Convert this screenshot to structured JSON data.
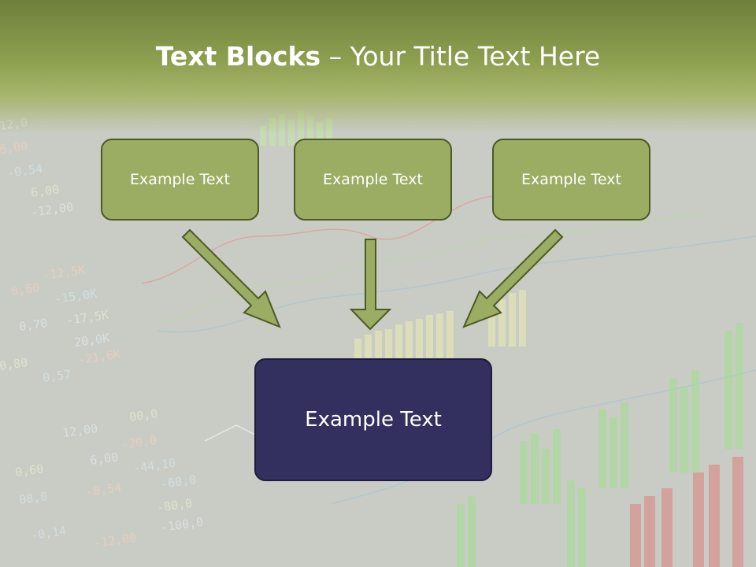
{
  "title": {
    "bold": "Text Blocks",
    "dash": " – ",
    "rest": "Your Title Text Here"
  },
  "boxes": {
    "top": [
      "Example Text",
      "Example Text",
      "Example Text"
    ],
    "main": "Example Text"
  },
  "background_ticker": {
    "left_values": [
      "12,0",
      "6,00",
      "-0,54",
      "6,00",
      "-12,00",
      "-12,5K",
      "-15,0K",
      "-17,5K",
      "20,0K",
      "-21,6K",
      "0,57",
      "00,0",
      "12,00",
      "-20,0",
      "-44,10",
      "0,60",
      "6,00",
      "-0,54",
      "-60,0",
      "-80,0",
      "-100,0",
      "-12,00",
      "-0,14",
      "0,80",
      "0,70",
      "0,60",
      "08,0"
    ]
  },
  "colors": {
    "header_top": "#6f7f3d",
    "box_fill": "#9aad62",
    "box_border": "#4b5a22",
    "arrow_fill": "#9aad62",
    "main_box_fill": "#33305f",
    "background": "#c9ccc4"
  }
}
